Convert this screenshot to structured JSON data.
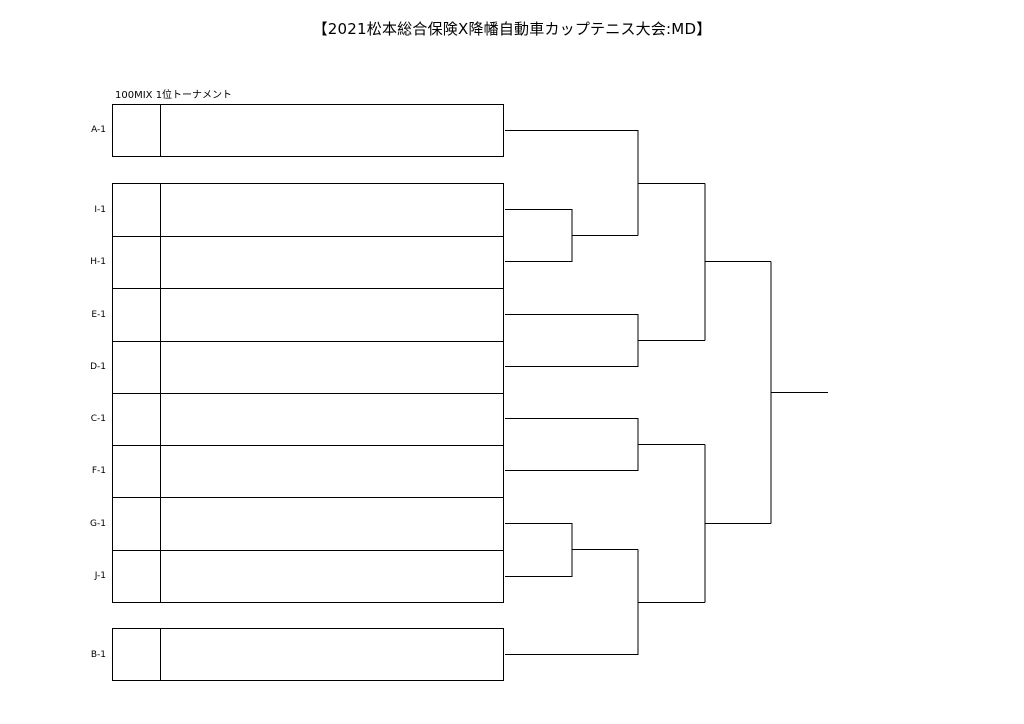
{
  "title": "【2021松本総合保険X降幡自動車カップテニス大会:MD】",
  "subtitle": "100MIX  1位トーナメント",
  "entries": [
    {
      "label": "A-1",
      "name": ""
    },
    {
      "label": "I-1",
      "name": ""
    },
    {
      "label": "H-1",
      "name": ""
    },
    {
      "label": "E-1",
      "name": ""
    },
    {
      "label": "D-1",
      "name": ""
    },
    {
      "label": "C-1",
      "name": ""
    },
    {
      "label": "F-1",
      "name": ""
    },
    {
      "label": "G-1",
      "name": ""
    },
    {
      "label": "J-1",
      "name": ""
    },
    {
      "label": "B-1",
      "name": ""
    }
  ]
}
